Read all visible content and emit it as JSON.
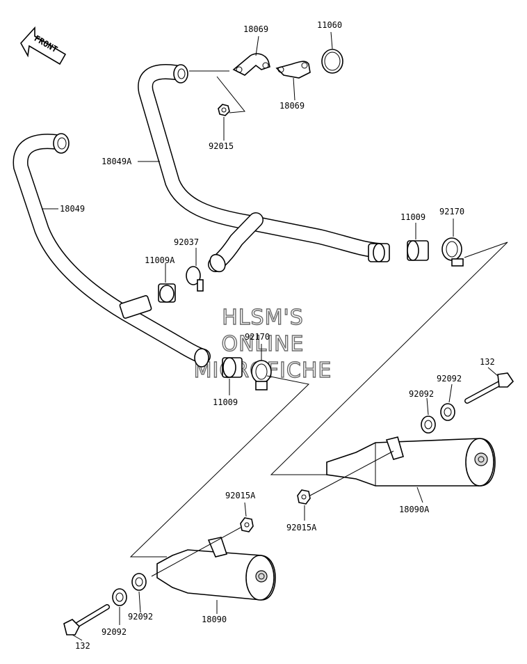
{
  "front_arrow": {
    "text": "FRONT"
  },
  "watermark": {
    "line1": "HLSM'S",
    "line2": "ONLINE",
    "line3": "MICROFICHE"
  },
  "labels": {
    "l18069_top": "18069",
    "l11060": "11060",
    "l18069_bottom": "18069",
    "l92015": "92015",
    "l18049A": "18049A",
    "l18049": "18049",
    "l92037": "92037",
    "l11009A": "11009A",
    "l11009_right": "11009",
    "l92170_right": "92170",
    "l92170_mid": "92170",
    "l11009_mid": "11009",
    "l132_right": "132",
    "l92092_r1": "92092",
    "l92092_r2": "92092",
    "l92015A_right": "92015A",
    "l18090A": "18090A",
    "l92015A_left": "92015A",
    "l92092_l1": "92092",
    "l92092_l2": "92092",
    "l18090": "18090",
    "l132_left": "132"
  }
}
